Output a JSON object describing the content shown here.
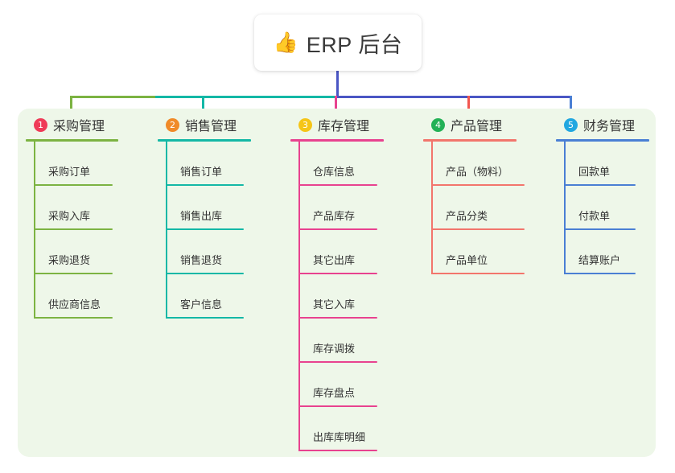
{
  "root": {
    "icon": "thumbs-up-icon",
    "icon_glyph": "👍",
    "title": "ERP 后台"
  },
  "colors": {
    "panel_background": "#eef7e9",
    "page_background": "#ffffff",
    "bus_left_green": "#7cb342",
    "bus_teal": "#14b8a6",
    "bus_blue": "#4a56c4",
    "drop_pink": "#e8428f",
    "drop_red": "#f2564f",
    "drop_blue": "#4a7fd4"
  },
  "columns": [
    {
      "number": "1",
      "badge_color": "#ef3b58",
      "title": "采购管理",
      "line_color": "#7cb342",
      "items": [
        "采购订单",
        "采购入库",
        "采购退货",
        "供应商信息"
      ]
    },
    {
      "number": "2",
      "badge_color": "#f08a28",
      "title": "销售管理",
      "line_color": "#14b8a6",
      "items": [
        "销售订单",
        "销售出库",
        "销售退货",
        "客户信息"
      ]
    },
    {
      "number": "3",
      "badge_color": "#f5c518",
      "title": "库存管理",
      "line_color": "#e8428f",
      "items": [
        "仓库信息",
        "产品库存",
        "其它出库",
        "其它入库",
        "库存调拨",
        "库存盘点",
        "出库库明细"
      ]
    },
    {
      "number": "4",
      "badge_color": "#23b156",
      "title": "产品管理",
      "line_color": "#f2756c",
      "items": [
        "产品（物料）",
        "产品分类",
        "产品单位"
      ]
    },
    {
      "number": "5",
      "badge_color": "#21a7e0",
      "title": "财务管理",
      "line_color": "#4a7fd4",
      "items": [
        "回款单",
        "付款单",
        "结算账户"
      ]
    }
  ]
}
